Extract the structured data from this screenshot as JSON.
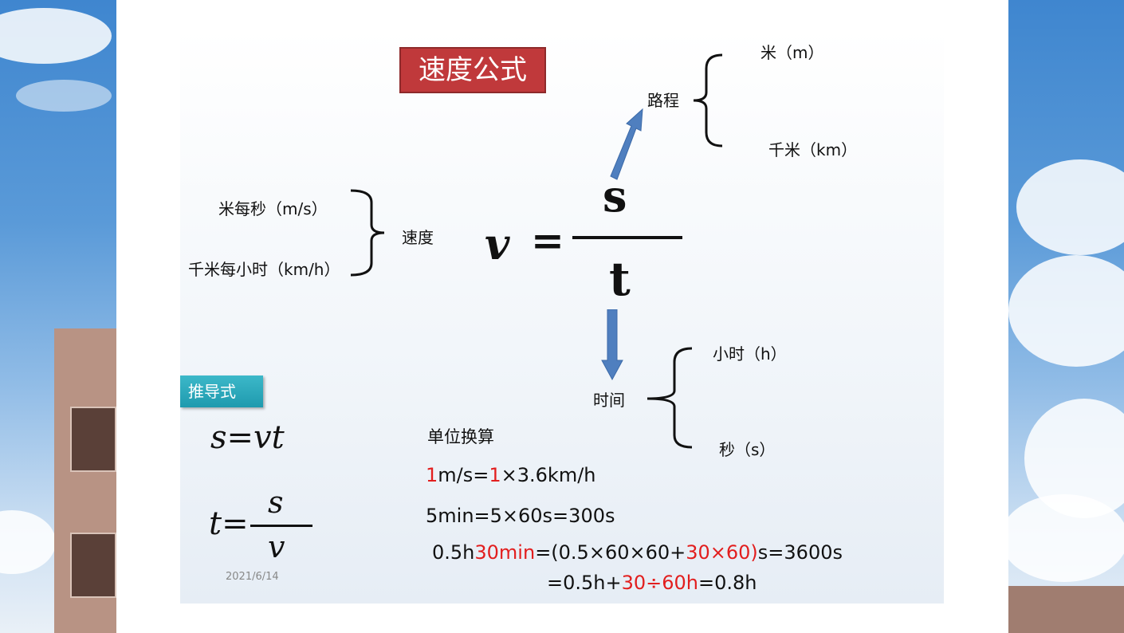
{
  "slide": {
    "title": "速度公式",
    "formula": {
      "lhs": "v",
      "eq": "=",
      "numerator": "s",
      "denominator": "t"
    },
    "distance": {
      "label": "路程",
      "unit_1": "米（m）",
      "unit_2": "千米（km）"
    },
    "speed": {
      "label": "速度",
      "unit_1": "米每秒（m/s）",
      "unit_2": "千米每小时（km/h）"
    },
    "time": {
      "label": "时间",
      "unit_1": "小时（h）",
      "unit_2": "秒（s）"
    },
    "derived": {
      "badge": "推导式",
      "f1": "s=vt",
      "f2_lhs": "t=",
      "f2_num": "s",
      "f2_den": "v"
    },
    "date": "2021/6/14",
    "conversion": {
      "heading": "单位换算",
      "line1": {
        "a": "1",
        "b": "m/s=",
        "c": "1",
        "d": "×3.6km/h"
      },
      "line2": "5min=5×60s=300s",
      "line3": {
        "a": "0.5h",
        "b": "30min",
        "c": "=(0.5×60×60+",
        "d": "30×60)",
        "e": "s=3600s"
      },
      "line4": {
        "a": "=0.5h+",
        "b": "30÷60h",
        "c": "=0.8h"
      }
    }
  },
  "colors": {
    "title_bg": "#c0393b",
    "badge_bg": "#2aa9bc",
    "arrow": "#4f7fbf",
    "highlight": "#e21e1e"
  }
}
